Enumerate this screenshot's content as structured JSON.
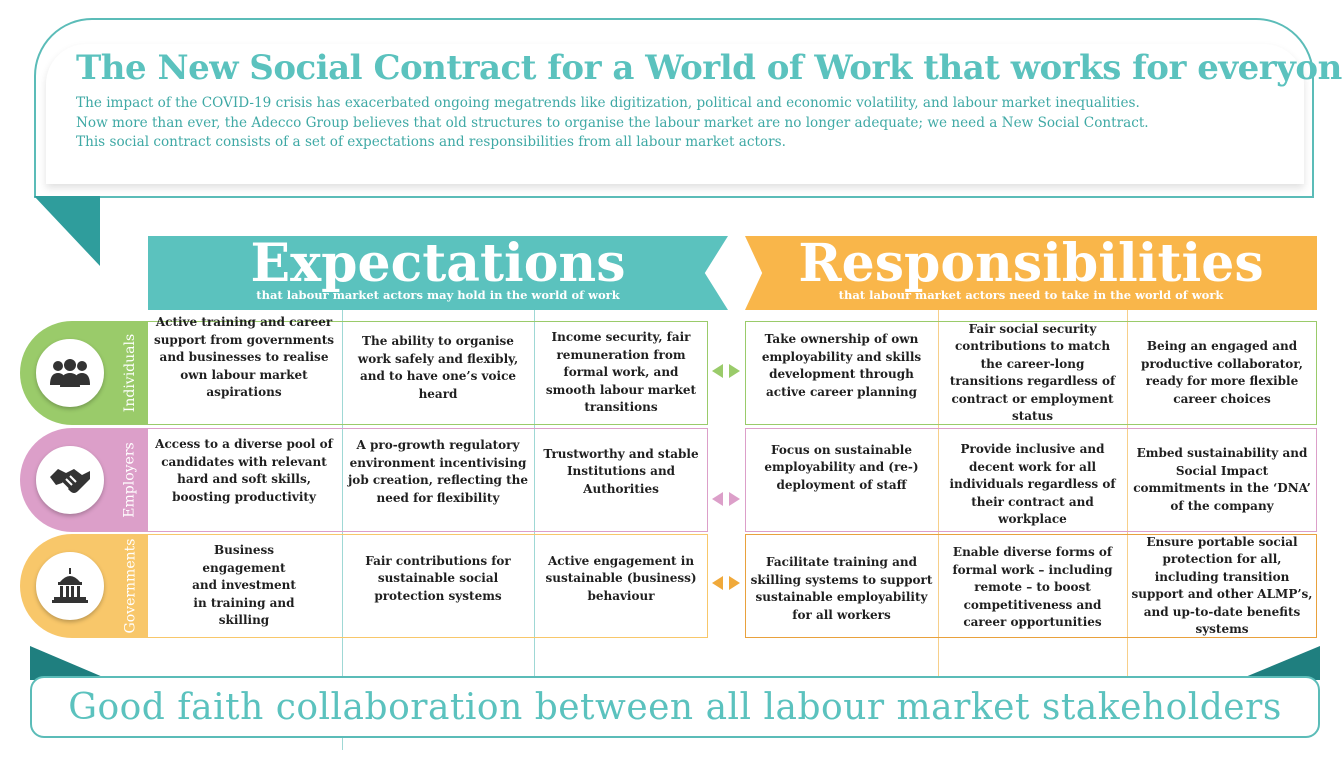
{
  "title": "The New Social Contract for a World of Work that works for everyone",
  "intro_lines": [
    "The impact of the COVID-19 crisis has exacerbated ongoing megatrends like digitization, political and economic volatility, and labour market inequalities.",
    "Now more than ever, the Adecco Group believes that old structures to organise the  labour market are no longer adequate; we need a New Social Contract.",
    "This social contract consists of a set of expectations and responsibilities from all labour market actors."
  ],
  "expectations": {
    "heading": "Expectations",
    "subheading": "that labour market actors may hold in the world of work"
  },
  "responsibilities": {
    "heading": "Responsibilities",
    "subheading": "that labour market actors need to take in the world of work"
  },
  "rows": [
    {
      "label": "Individuals",
      "icon": "people-group-icon",
      "color": "#9acb6a",
      "expectations": [
        "Active training and career support from governments and businesses to realise own labour market aspirations",
        "The ability to organise work safely and flexibly,  and to have one’s  voice heard",
        "Income security,  fair remuneration  from formal work,  and smooth labour  market transitions"
      ],
      "responsibilities": [
        "Take ownership of own employability and skills development through active career planning",
        "Fair social security contributions to match the career-long transitions regardless of contract or employment status",
        "Being an engaged and productive collaborator, ready for more flexible career choices"
      ]
    },
    {
      "label": "Employers",
      "icon": "handshake-icon",
      "color": "#dc9fc9",
      "expectations": [
        "Access to a diverse pool of candidates with relevant hard and soft skills, boosting productivity",
        "A pro-growth regulatory environment incentivising job creation, reflecting the need for flexibility",
        "Trustworthy and stable Institutions and Authorities"
      ],
      "responsibilities": [
        "Focus on sustainable employability and (re-) deployment of staff",
        "Provide inclusive and decent work for all individuals  regardless of their  contract and workplace",
        "Embed sustainability and  Social Impact commitments in the ‘DNA’ of the company"
      ]
    },
    {
      "label": "Governments",
      "icon": "capitol-building-icon",
      "color": "#f8c76a",
      "expectations": [
        "Business engagement and investment in training and skilling",
        "Fair contributions for sustainable social protection systems",
        "Active engagement in sustainable (business) behaviour"
      ],
      "responsibilities": [
        "Facilitate training and skilling systems to support sustainable employability for all workers",
        "Enable diverse forms of formal work – including remote – to boost competitiveness and career opportunities",
        "Ensure portable social protection for all,  including transition support and other ALMP’s, and up-to-date  benefits systems"
      ]
    }
  ],
  "footer": "Good faith collaboration between all labour market stakeholders",
  "colors": {
    "teal": "#5bc2be",
    "orange": "#f9b64a",
    "green": "#9acb6a",
    "pink": "#dc9fc9",
    "yellow": "#f8c76a"
  }
}
